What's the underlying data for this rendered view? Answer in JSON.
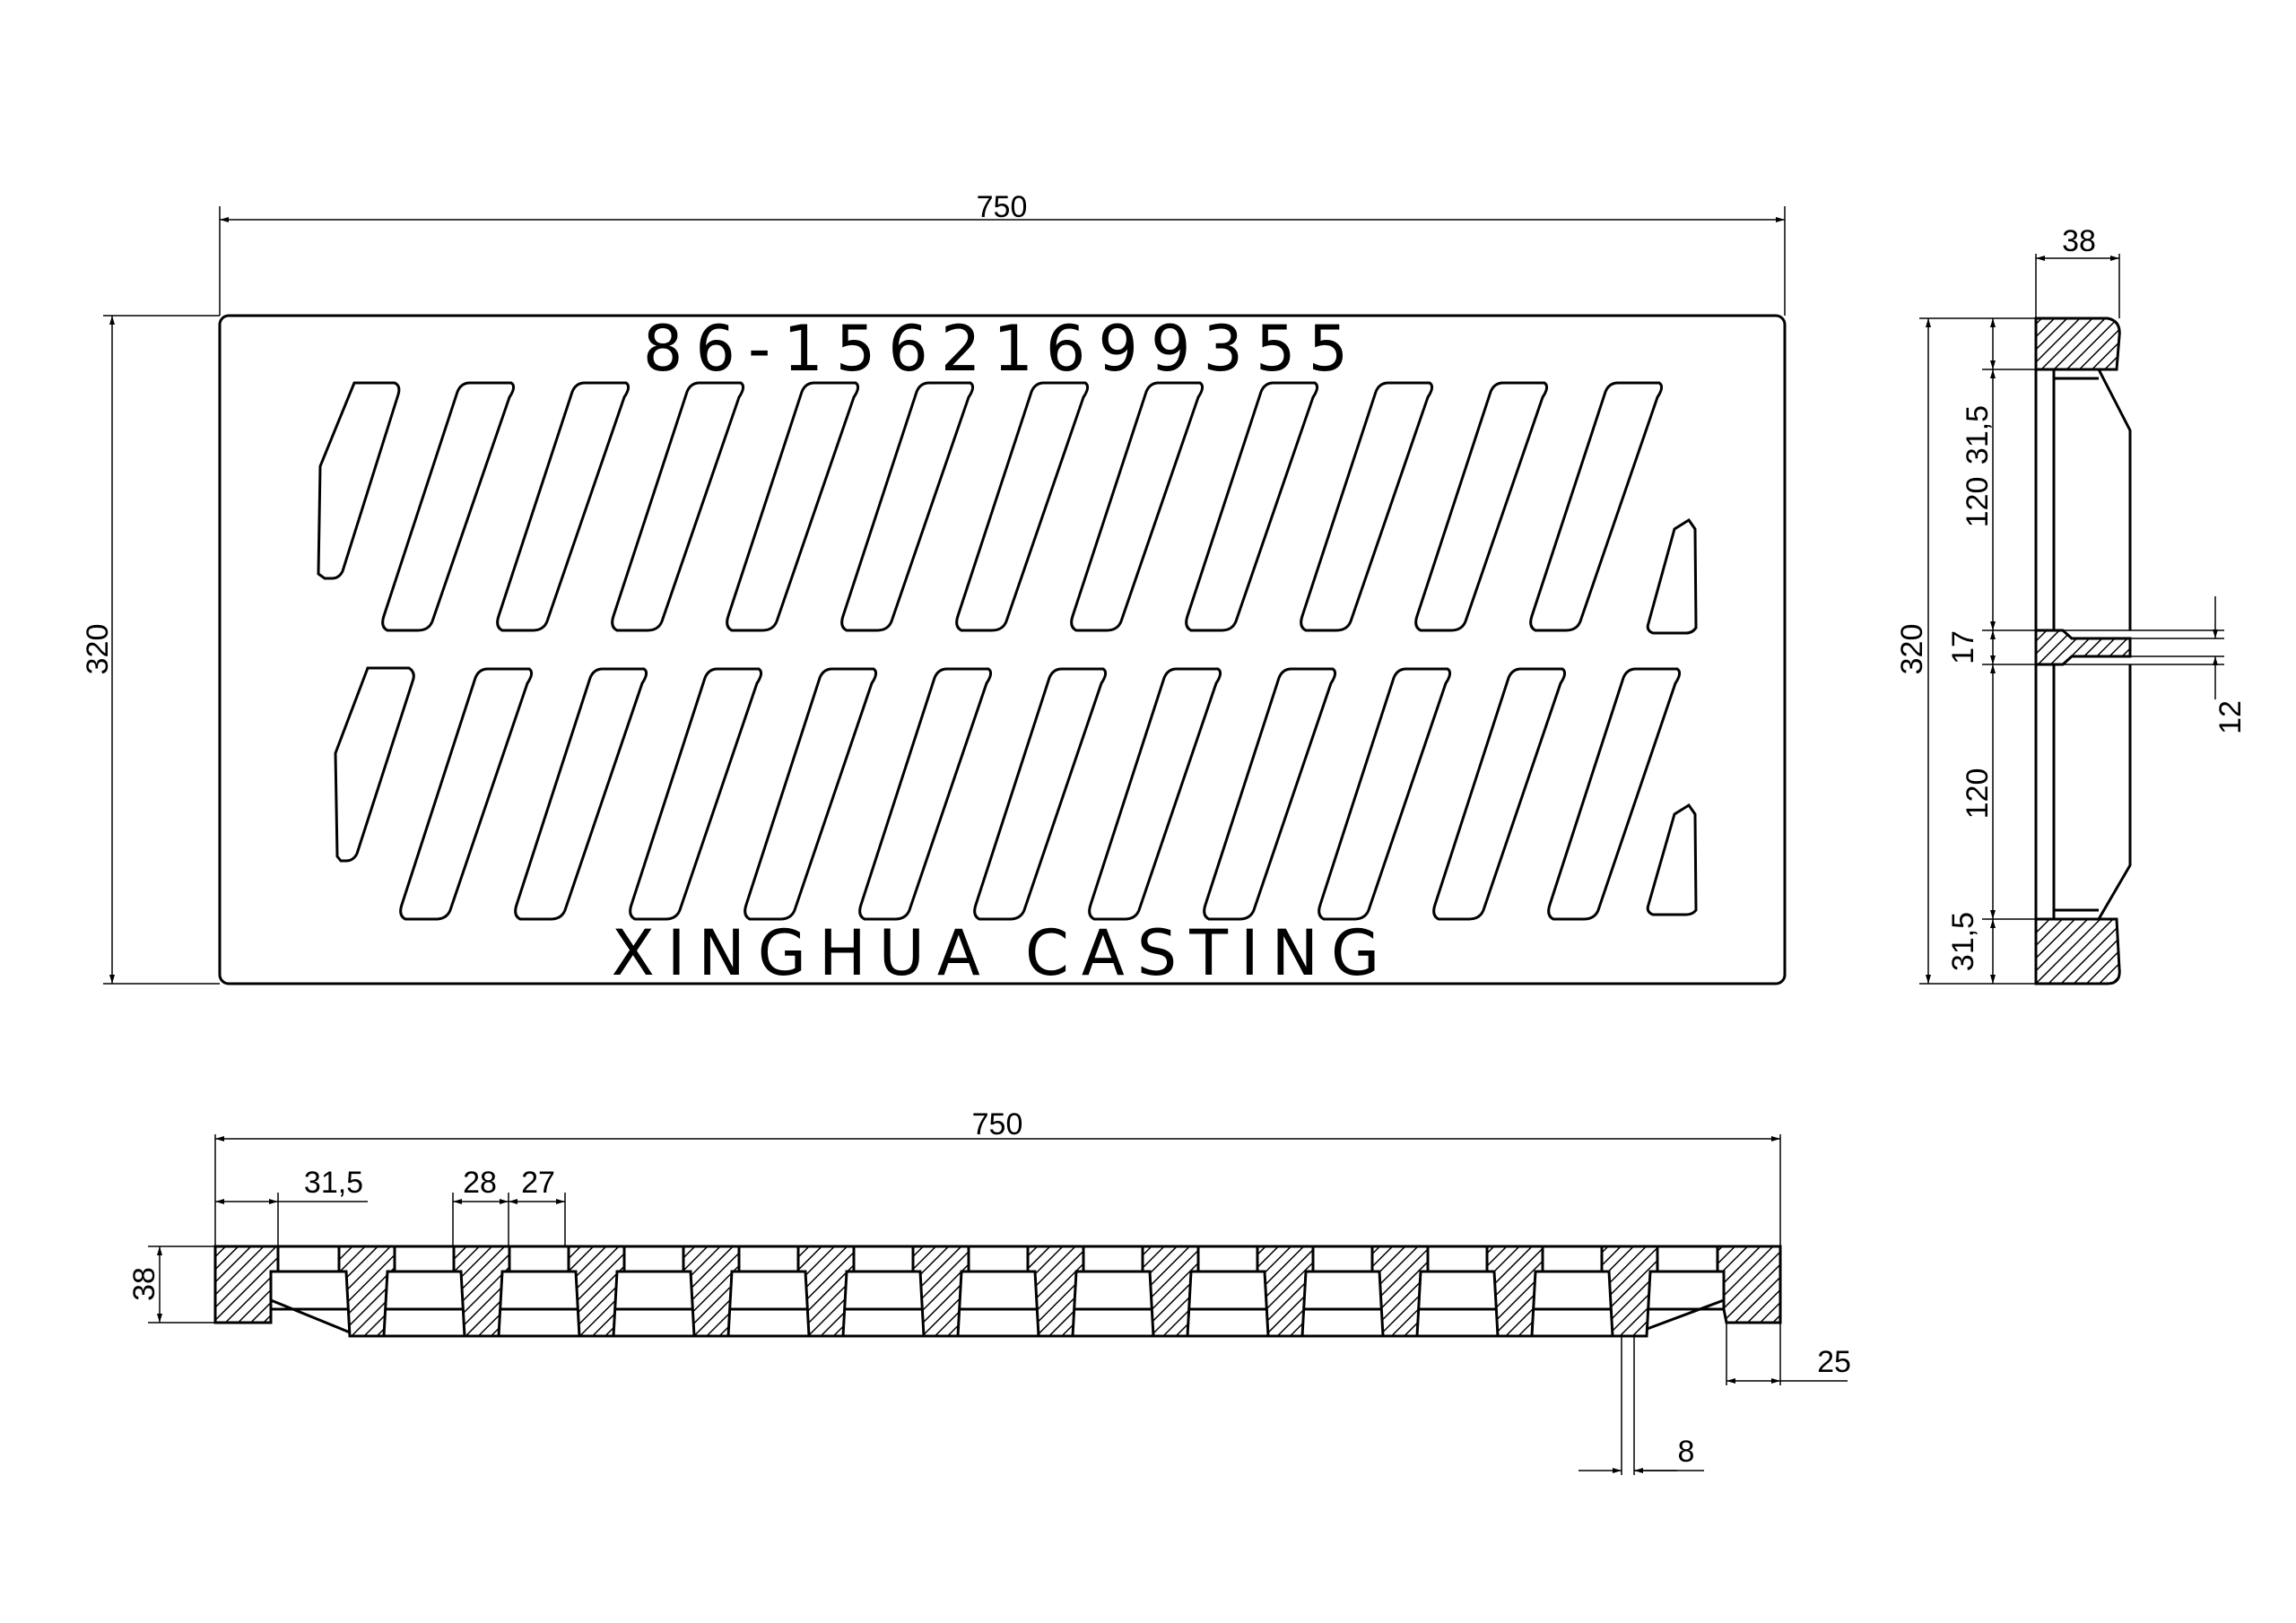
{
  "top_view": {
    "phone_text": "86-15621699355",
    "brand_text": "XINGHUA CASTING",
    "width_dim": "750",
    "height_dim": "320"
  },
  "side_view": {
    "thickness_dim": "38",
    "overall_dim": "320",
    "dims": [
      "31,5",
      "120",
      "17",
      "12",
      "120",
      "31,5"
    ]
  },
  "front_view": {
    "length_dim": "750",
    "rim_dim": "31,5",
    "bar_dim": "28",
    "gap_dim": "27",
    "height_dim": "38",
    "foot_dim": "25",
    "step_dim": "8"
  }
}
